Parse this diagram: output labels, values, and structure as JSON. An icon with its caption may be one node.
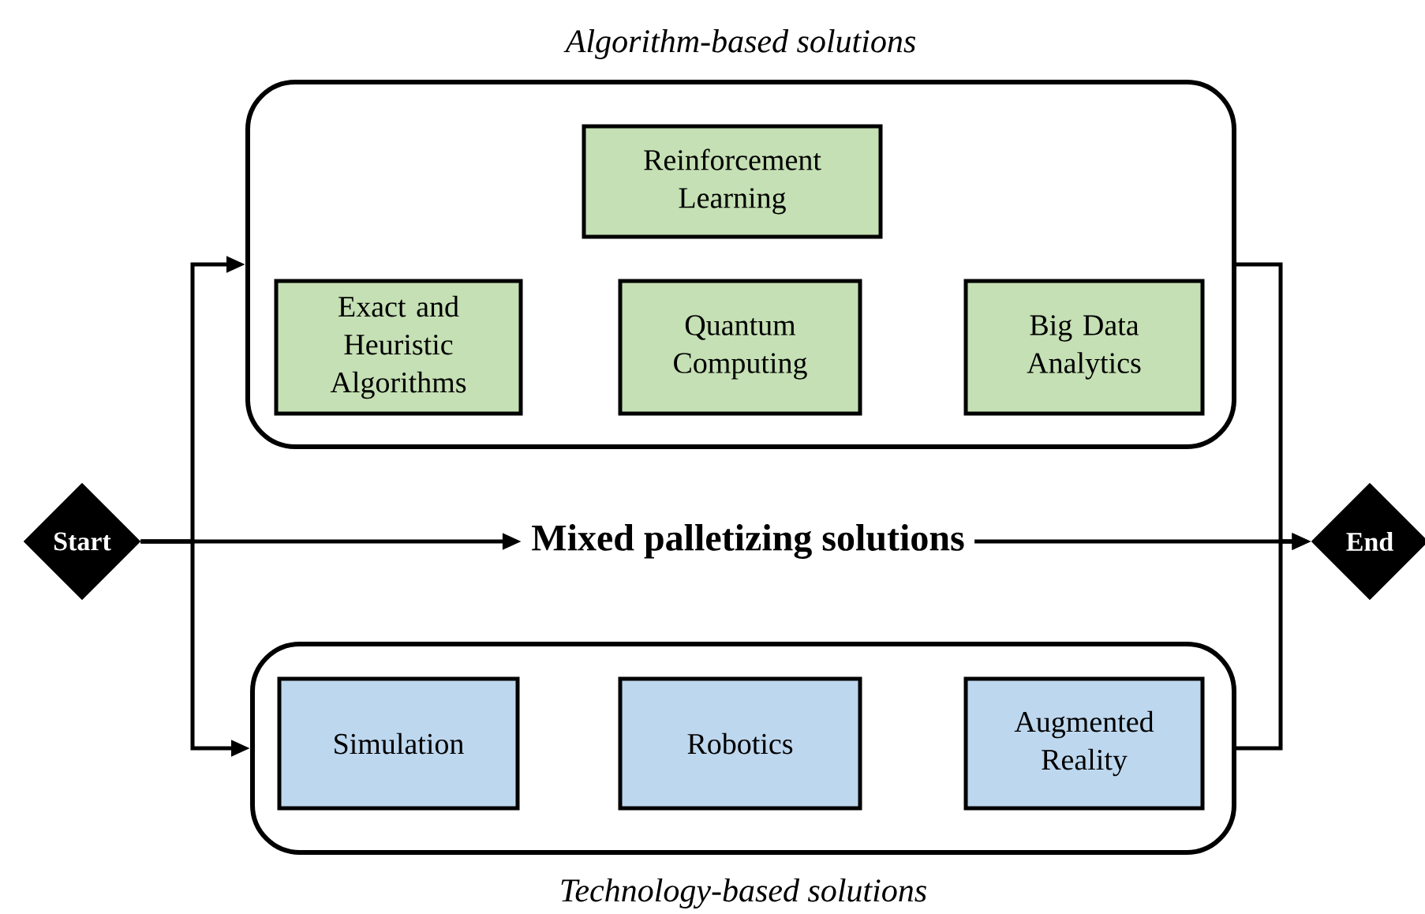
{
  "diagram": {
    "nodes": [
      {
        "text": [
          "Start"
        ]
      },
      {
        "text": [
          "Algorithm-based solutions"
        ]
      },
      {
        "text": [
          "Reinforcement Learning"
        ],
        "in": 1
      },
      {
        "text": [
          "Exact and Heuristic Algorithms"
        ],
        "in": 1
      },
      {
        "text": [
          "Quantum Computing"
        ],
        "in": 1
      },
      {
        "text": [
          "Big Data Analytics"
        ],
        "in": 1
      },
      {
        "text": [
          "Technology-based solutions"
        ]
      },
      {
        "text": [
          "Simulation"
        ],
        "in": 6
      },
      {
        "text": [
          "Robotics"
        ],
        "in": 6
      },
      {
        "text": [
          "Augmented Reality"
        ],
        "in": 6
      },
      {
        "text": [
          "Mixed palletizing solutions"
        ]
      },
      {
        "text": [
          "End"
        ]
      }
    ],
    "edges": [
      {
        "from": 0,
        "to": 1,
        "arrow": "to"
      },
      {
        "from": 0,
        "to": 6,
        "arrow": "to"
      },
      {
        "from": 0,
        "to": 10,
        "arrow": "to"
      },
      {
        "from": 10,
        "to": 11,
        "arrow": "to"
      },
      {
        "from": 1,
        "to": 11,
        "arrow": "to"
      },
      {
        "from": 6,
        "to": 11,
        "arrow": "to"
      }
    ]
  }
}
